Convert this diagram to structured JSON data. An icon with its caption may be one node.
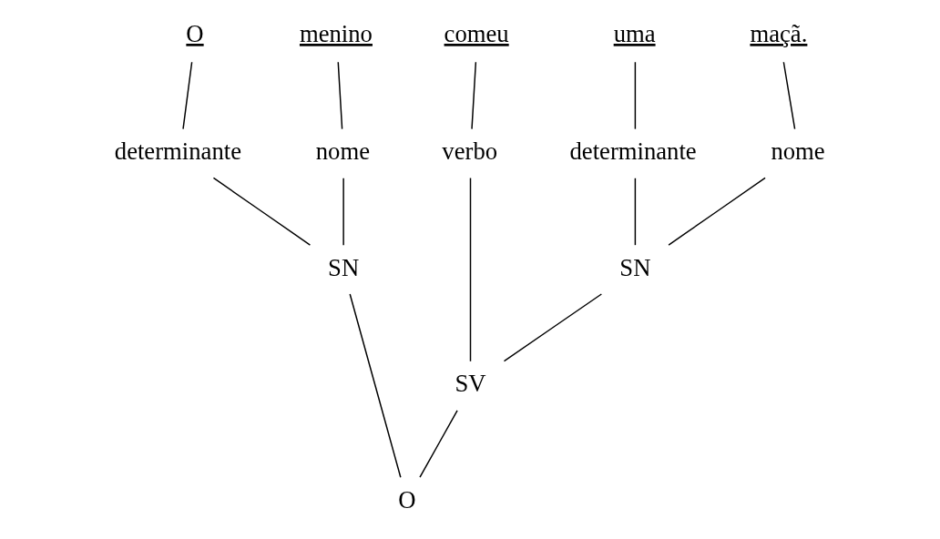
{
  "diagram": {
    "nodes": [
      {
        "text": [
          "O"
        ]
      },
      {
        "text": [
          "menino"
        ]
      },
      {
        "text": [
          "comeu"
        ]
      },
      {
        "text": [
          "uma"
        ]
      },
      {
        "text": [
          "maçã."
        ]
      },
      {
        "text": [
          "determinante"
        ]
      },
      {
        "text": [
          "nome"
        ]
      },
      {
        "text": [
          "verbo"
        ]
      },
      {
        "text": [
          "determinante"
        ]
      },
      {
        "text": [
          "nome"
        ]
      },
      {
        "text": [
          "SN"
        ]
      },
      {
        "text": [
          "SN"
        ]
      },
      {
        "text": [
          "SV"
        ]
      },
      {
        "text": [
          "O"
        ]
      }
    ],
    "edges": [
      {
        "from": 0,
        "to": 5,
        "arrow": "none"
      },
      {
        "from": 1,
        "to": 6,
        "arrow": "none"
      },
      {
        "from": 2,
        "to": 7,
        "arrow": "none"
      },
      {
        "from": 3,
        "to": 8,
        "arrow": "none"
      },
      {
        "from": 4,
        "to": 9,
        "arrow": "none"
      },
      {
        "from": 5,
        "to": 10,
        "arrow": "none"
      },
      {
        "from": 6,
        "to": 10,
        "arrow": "none"
      },
      {
        "from": 8,
        "to": 11,
        "arrow": "none"
      },
      {
        "from": 9,
        "to": 11,
        "arrow": "none"
      },
      {
        "from": 7,
        "to": 12,
        "arrow": "none"
      },
      {
        "from": 11,
        "to": 12,
        "arrow": "none"
      },
      {
        "from": 10,
        "to": 13,
        "arrow": "none"
      },
      {
        "from": 12,
        "to": 13,
        "arrow": "none"
      }
    ]
  }
}
